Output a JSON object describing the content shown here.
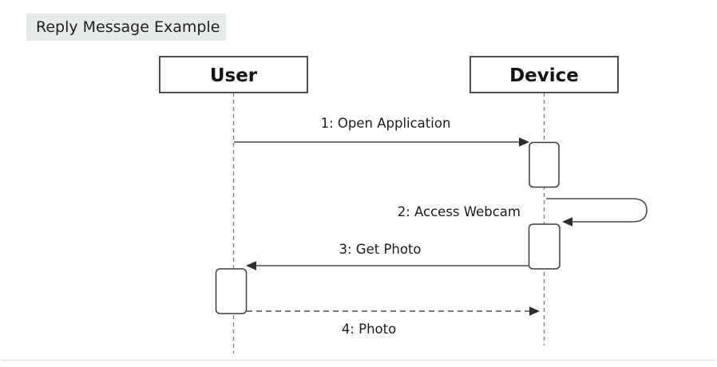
{
  "title": {
    "text": "Reply Message Example",
    "bg_color": "#e8ece9"
  },
  "actors": [
    {
      "id": "user",
      "name": "User"
    },
    {
      "id": "device",
      "name": "Device"
    }
  ],
  "messages": [
    {
      "seq": "1",
      "label": "1: Open Application",
      "from": "User",
      "to": "Device",
      "style": "solid-arrow"
    },
    {
      "seq": "2",
      "label": "2: Access Webcam",
      "from": "Device",
      "to": "Device",
      "style": "self-loop-arrow"
    },
    {
      "seq": "3",
      "label": "3: Get Photo",
      "from": "Device",
      "to": "User",
      "style": "solid-arrow"
    },
    {
      "seq": "4",
      "label": "4: Photo",
      "from": "User",
      "to": "Device",
      "style": "dashed-reply-arrow"
    }
  ],
  "colors": {
    "title_bg": "#e8ece9",
    "arrow": "#4d4d4d",
    "arrow_head": "#2d2d2d",
    "lifeline": "#828282",
    "box_border": "#3a3a3a",
    "activation_border": "#3d3d3d",
    "text": "#1c1c1c",
    "bottom_divider": "#e0eae4"
  }
}
